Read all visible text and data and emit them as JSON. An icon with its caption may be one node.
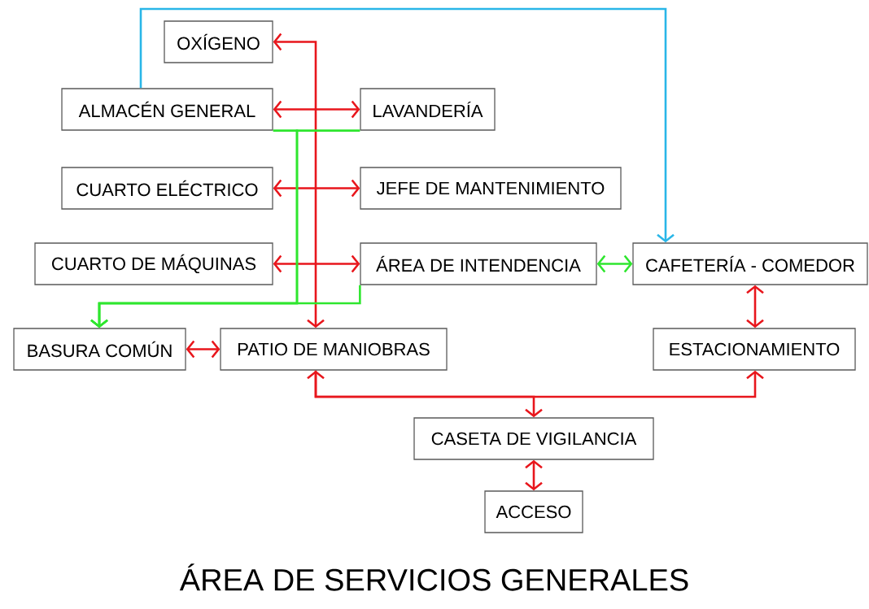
{
  "diagram": {
    "title": "ÁREA DE SERVICIOS GENERALES",
    "nodes": [
      {
        "text": [
          "OXÍGENO"
        ]
      },
      {
        "text": [
          "ALMACÉN GENERAL"
        ]
      },
      {
        "text": [
          "LAVANDERÍA"
        ]
      },
      {
        "text": [
          "CUARTO ELÉCTRICO"
        ]
      },
      {
        "text": [
          "JEFE DE MANTENIMIENTO"
        ]
      },
      {
        "text": [
          "CUARTO DE MÁQUINAS"
        ]
      },
      {
        "text": [
          "ÁREA DE INTENDENCIA"
        ]
      },
      {
        "text": [
          "CAFETERÍA - COMEDOR"
        ]
      },
      {
        "text": [
          "BASURA COMÚN"
        ]
      },
      {
        "text": [
          "PATIO DE MANIOBRAS"
        ]
      },
      {
        "text": [
          "ESTACIONAMIENTO"
        ]
      },
      {
        "text": [
          "CASETA DE VIGILANCIA"
        ]
      },
      {
        "text": [
          "ACCESO"
        ]
      }
    ],
    "edges": [
      {
        "from": 0,
        "to": 9,
        "arrow": "both"
      },
      {
        "from": 1,
        "to": 2,
        "arrow": "both"
      },
      {
        "from": 3,
        "to": 4,
        "arrow": "both"
      },
      {
        "from": 5,
        "to": 6,
        "arrow": "both"
      },
      {
        "from": 6,
        "to": 7,
        "arrow": "both",
        "color": "#2ee62e"
      },
      {
        "from": 8,
        "to": 9,
        "arrow": "both"
      },
      {
        "from": 7,
        "to": 10,
        "arrow": "both"
      },
      {
        "from": 9,
        "to": 10,
        "arrow": "both"
      },
      {
        "from": 9,
        "to": 11,
        "arrow": "to"
      },
      {
        "from": 11,
        "to": 12,
        "arrow": "both"
      },
      {
        "from": 1,
        "to": 8,
        "arrow": "to",
        "color": "#2ee62e"
      },
      {
        "from": 2,
        "to": 8,
        "arrow": "to",
        "color": "#2ee62e"
      },
      {
        "from": 6,
        "to": 8,
        "arrow": "to",
        "color": "#2ee62e"
      },
      {
        "from": 1,
        "to": 7,
        "arrow": "to",
        "color": "#29b6e8"
      }
    ]
  }
}
